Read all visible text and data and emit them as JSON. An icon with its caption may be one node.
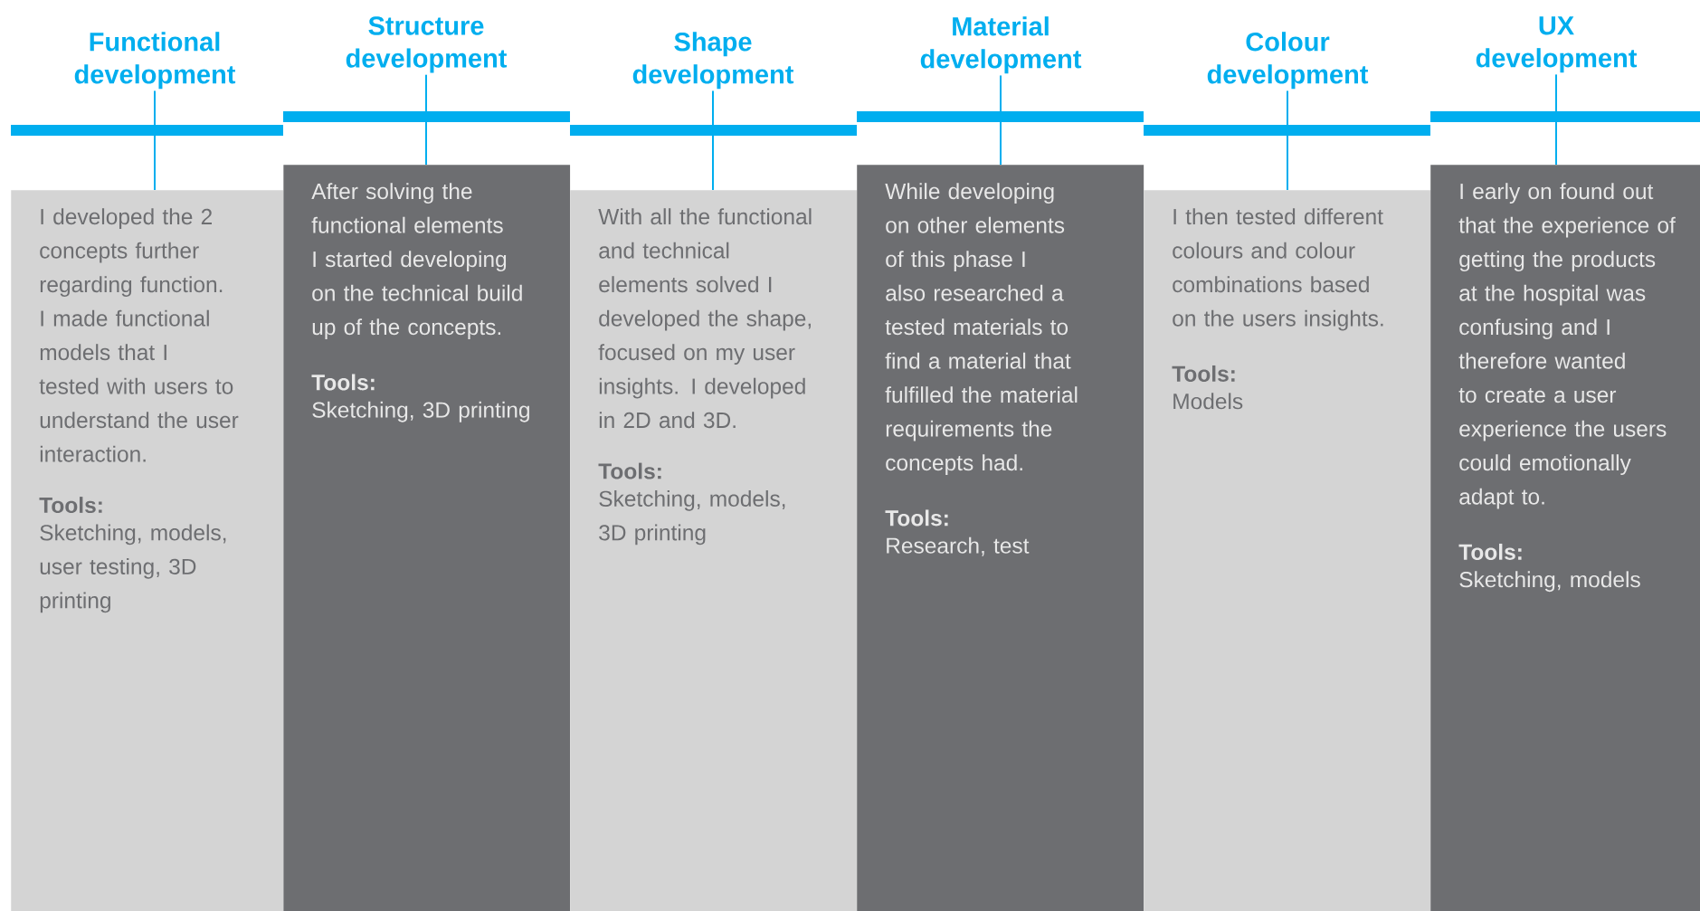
{
  "diagram": {
    "nodes": [
      {
        "text": [
          "Functional development"
        ]
      },
      {
        "text": [
          "I developed the 2 concepts further regarding function. I made functional models that I tested with users to understand the user interaction.",
          "Tools:",
          "Sketching, models, user testing, 3D printing"
        ]
      },
      {
        "text": [
          "Structure development"
        ]
      },
      {
        "text": [
          "After solving the functional elements I started developing on the technical build up of the concepts.",
          "Tools:",
          "Sketching, 3D printing"
        ]
      },
      {
        "text": [
          "Shape development"
        ]
      },
      {
        "text": [
          "With all the functional and technical elements solved I developed the shape, focused on my user insights. I developed in 2D and 3D.",
          "Tools:",
          "Sketching, models, 3D printing"
        ]
      },
      {
        "text": [
          "Material development"
        ]
      },
      {
        "text": [
          "While developing on other elements of this phase I also researched a tested materials to find a material that fulfilled the material requirements the concepts had.",
          "Tools:",
          "Research, test"
        ]
      },
      {
        "text": [
          "Colour development"
        ]
      },
      {
        "text": [
          "I then tested different colours and colour combinations based on the users insights.",
          "Tools:",
          "Models"
        ]
      },
      {
        "text": [
          "UX development"
        ]
      },
      {
        "text": [
          "I early on found out that the experience of getting the products at the hospital was confusing and I therefore wanted to create a user experience the users could emotionally adapt to.",
          "Tools:",
          "Sketching, models"
        ]
      }
    ],
    "edges": [
      {
        "from": 0,
        "to": 1,
        "arrow": "none"
      },
      {
        "from": 2,
        "to": 3,
        "arrow": "none"
      },
      {
        "from": 4,
        "to": 5,
        "arrow": "none"
      },
      {
        "from": 6,
        "to": 7,
        "arrow": "none"
      },
      {
        "from": 8,
        "to": 9,
        "arrow": "none"
      },
      {
        "from": 10,
        "to": 11,
        "arrow": "none"
      }
    ]
  }
}
